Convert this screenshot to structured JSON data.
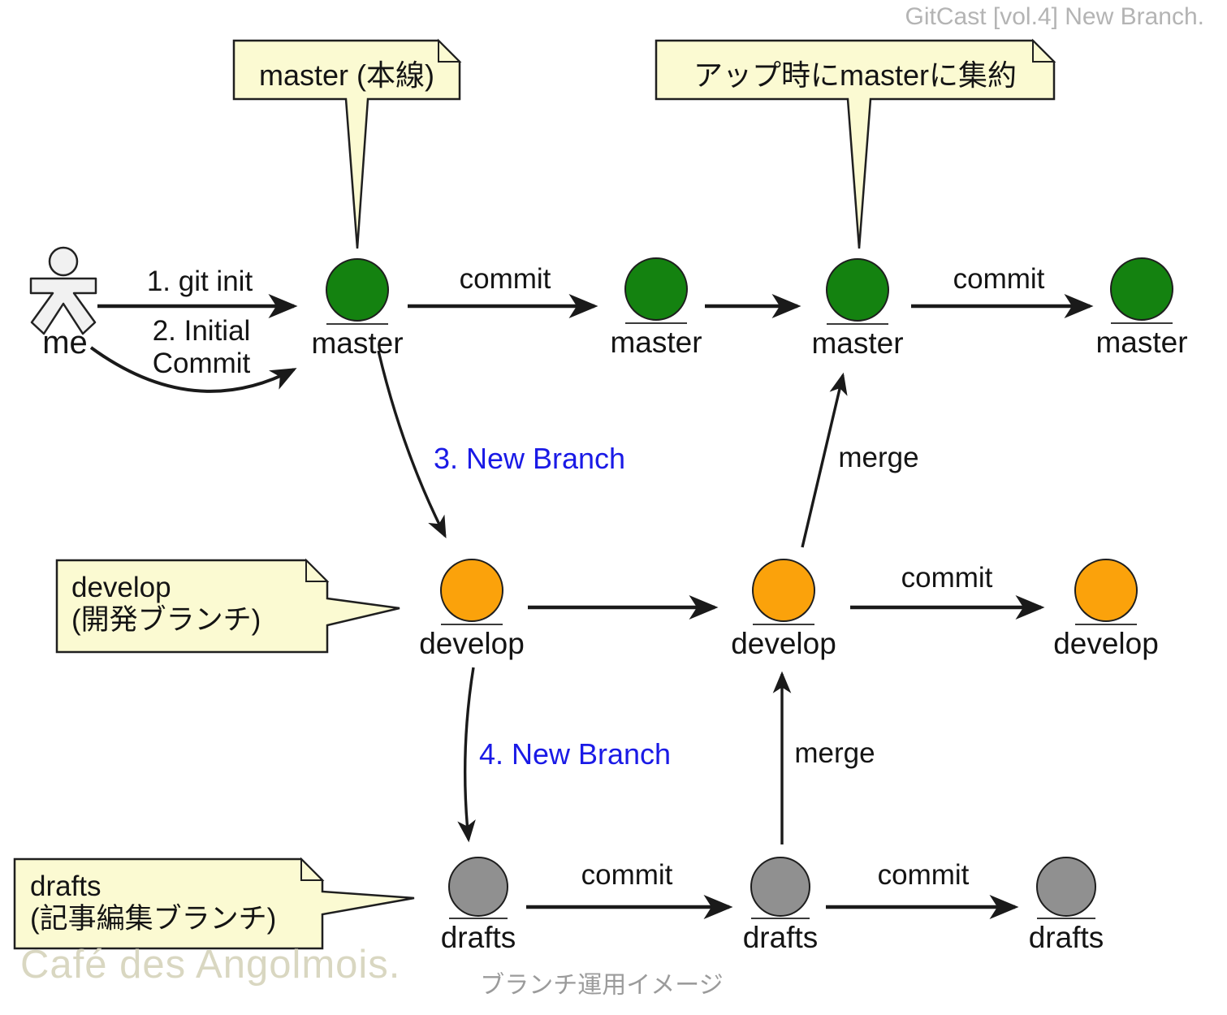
{
  "title": "GitCast [vol.4] New Branch.",
  "caption": "ブランチ運用イメージ",
  "watermark": "Café des Angolmois.",
  "actor": {
    "label": "me"
  },
  "icons": {
    "actor": "person-icon"
  },
  "notes": {
    "master": "master (本線)",
    "master_aggregate": "アップ時にmasterに集約",
    "develop": {
      "line1": "develop",
      "line2": "(開発ブランチ)"
    },
    "drafts": {
      "line1": "drafts",
      "line2": "(記事編集ブランチ)"
    }
  },
  "branches": {
    "master": "master",
    "develop": "develop",
    "drafts": "drafts"
  },
  "edge_labels": {
    "git_init": "1. git init",
    "initial_commit_line1": "2. Initial",
    "initial_commit_line2": "Commit",
    "commit": "commit",
    "merge": "merge",
    "new_branch_3": "3. New Branch",
    "new_branch_4": "4. New Branch"
  },
  "colors": {
    "master_node": "#148210",
    "develop_node": "#fba20b",
    "drafts_node": "#909090",
    "note_fill": "#fbfad2",
    "note_border": "#1f1f1f",
    "new_branch_text": "#1a1ae6",
    "title_text": "#b4b4b4",
    "watermark_text": "#d9d7c1"
  }
}
